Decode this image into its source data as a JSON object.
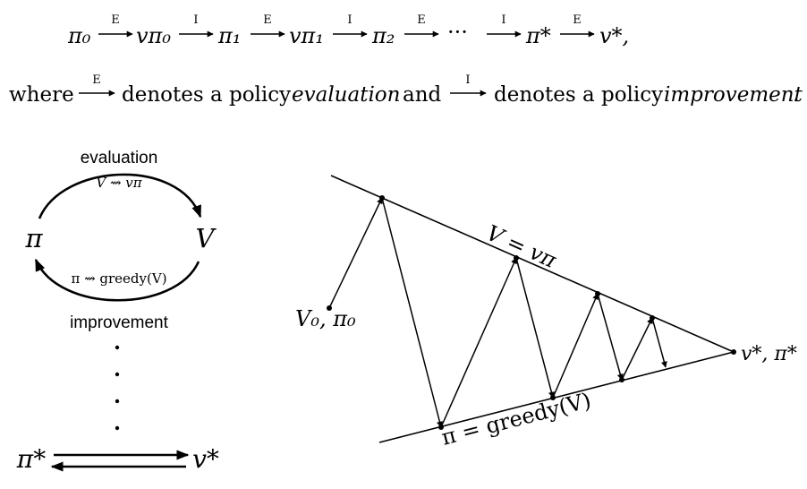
{
  "sequence": {
    "nodes": [
      "π₀",
      "vπ₀",
      "π₁",
      "vπ₁",
      "π₂",
      "···",
      "π*",
      "v*,"
    ],
    "arrow_labels": [
      "E",
      "I",
      "E",
      "I",
      "E",
      "I",
      "E"
    ]
  },
  "legend_line": {
    "where": "where",
    "e_label": "E",
    "mid": "denotes a policy",
    "eval_word": "evaluation",
    "and": "and",
    "i_label": "I",
    "tail": "denotes a policy",
    "impr_word": "improvement",
    "end": "."
  },
  "cycle": {
    "top_label": "evaluation",
    "top_formula": "V ⇝ vπ",
    "left_node": "π",
    "right_node": "V",
    "bottom_formula": "π ⇝ greedy(V)",
    "bottom_label": "improvement",
    "limit_left": "π*",
    "limit_right": "v*"
  },
  "convergence": {
    "start_label": "V₀, π₀",
    "top_line_label": "V = vπ",
    "bottom_line_label": "π = greedy(V)",
    "end_label": "v*, π*"
  }
}
